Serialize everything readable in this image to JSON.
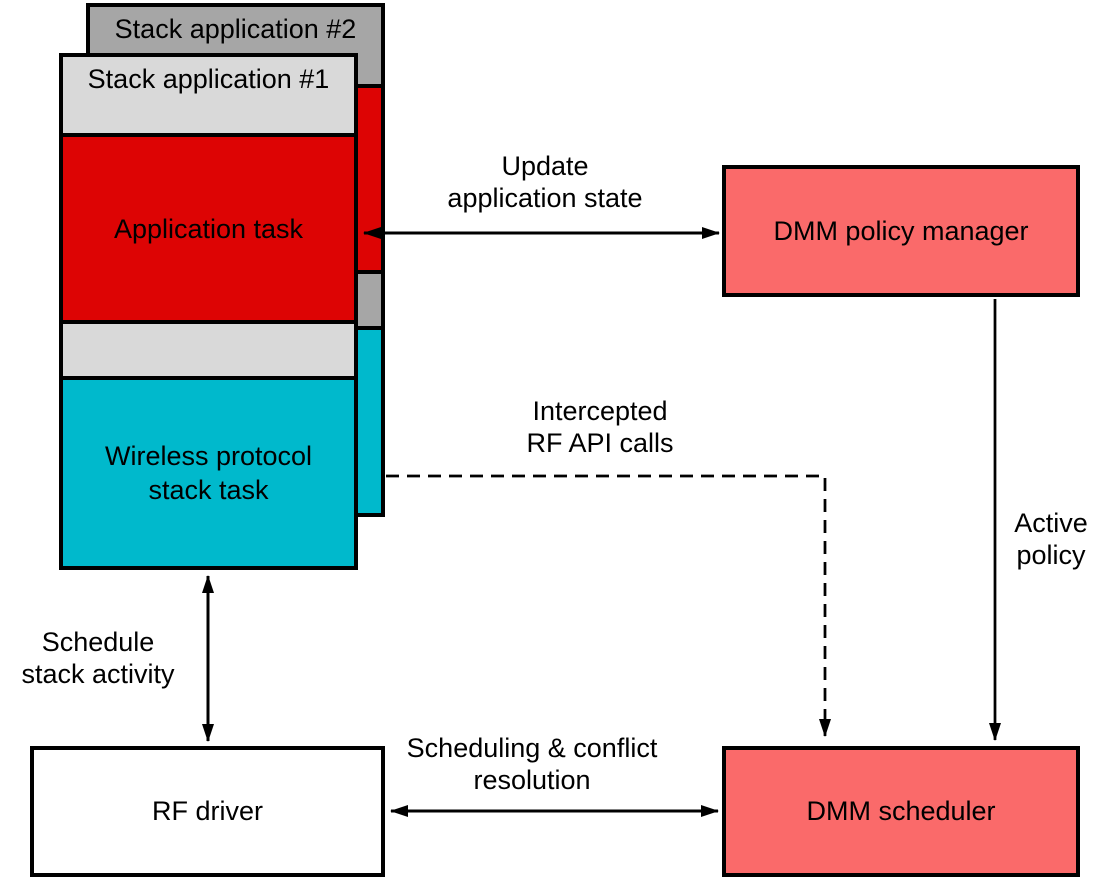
{
  "cards": {
    "back": {
      "title": "Stack application #2"
    },
    "front": {
      "title": "Stack application #1",
      "application_task": "Application task",
      "stack_task": {
        "line1": "Wireless protocol",
        "line2": "stack task"
      }
    }
  },
  "boxes": {
    "policy_manager": "DMM policy manager",
    "scheduler": "DMM scheduler",
    "rf_driver": "RF driver"
  },
  "labels": {
    "update": {
      "line1": "Update",
      "line2": "application state"
    },
    "intercepted": {
      "line1": "Intercepted",
      "line2": "RF API calls"
    },
    "active": {
      "line1": "Active",
      "line2": "policy"
    },
    "schedule": {
      "line1": "Schedule",
      "line2": "stack activity"
    },
    "conflict": {
      "line1": "Scheduling & conflict",
      "line2": "resolution"
    }
  },
  "colors": {
    "application_task_red": "#DD0404",
    "stack_task_cyan": "#00B9CC",
    "dmm_salmon": "#FA6A6A",
    "back_card_gray": "#A6A6A6",
    "front_card_gray": "#D9D9D9",
    "line_black": "#000000",
    "background_white": "#FFFFFF"
  }
}
